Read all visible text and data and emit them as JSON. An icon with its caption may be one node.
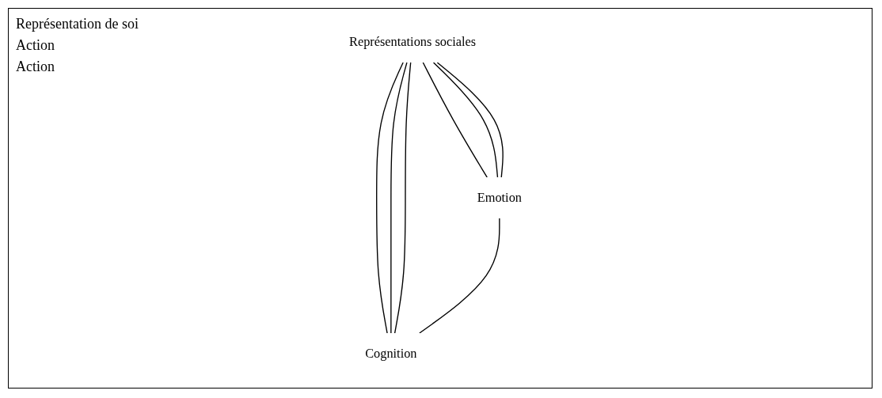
{
  "diagram": {
    "nodes": [
      {
        "text": [
          "Représentations sociales"
        ]
      },
      {
        "text": [
          "Emotion"
        ]
      },
      {
        "text": [
          "Cognition"
        ]
      }
    ],
    "edges": [
      {
        "from": 0,
        "to": 1,
        "arrow": "none"
      },
      {
        "from": 0,
        "to": 1,
        "arrow": "none"
      },
      {
        "from": 0,
        "to": 1,
        "arrow": "none"
      },
      {
        "from": 0,
        "to": 2,
        "arrow": "none"
      },
      {
        "from": 0,
        "to": 2,
        "arrow": "none"
      },
      {
        "from": 0,
        "to": 2,
        "arrow": "none"
      },
      {
        "from": 1,
        "to": 2,
        "arrow": "none"
      }
    ],
    "labels": [
      "Représentation de soi",
      "Action",
      "Action"
    ]
  }
}
